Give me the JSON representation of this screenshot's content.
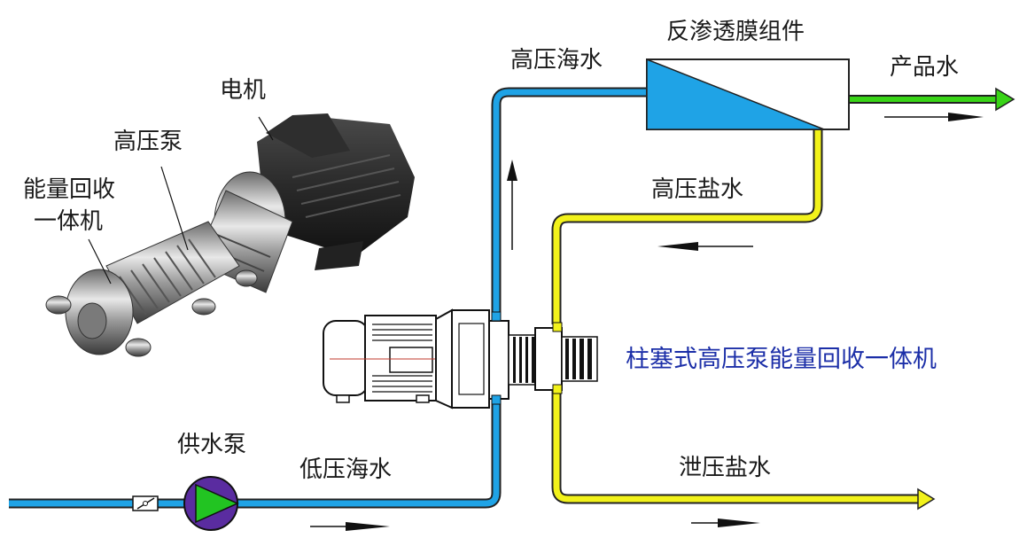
{
  "labels": {
    "ro_module": "反渗透膜组件",
    "high_pressure_seawater": "高压海水",
    "product_water": "产品水",
    "high_pressure_brine": "高压盐水",
    "motor": "电机",
    "high_pressure_pump": "高压泵",
    "energy_recovery_line1": "能量回收",
    "energy_recovery_line2": "一体机",
    "plunger_unit": "柱塞式高压泵能量回收一体机",
    "feed_pump": "供水泵",
    "low_pressure_seawater": "低压海水",
    "relieved_brine": "泄压盐水"
  },
  "colors": {
    "seawater_pipe": "#1fa3e6",
    "brine_pipe": "#f2f21a",
    "product_pipe": "#39d417",
    "membrane": "#1fa3e6",
    "feed_pump_body": "#5a2ca0",
    "feed_pump_triangle": "#22c422",
    "label_blue": "#1c2fa8"
  },
  "icons": {
    "flow_arrows": "arrow-icon",
    "check_valve": "check-valve-icon",
    "pump_photo": "pump-photo"
  }
}
